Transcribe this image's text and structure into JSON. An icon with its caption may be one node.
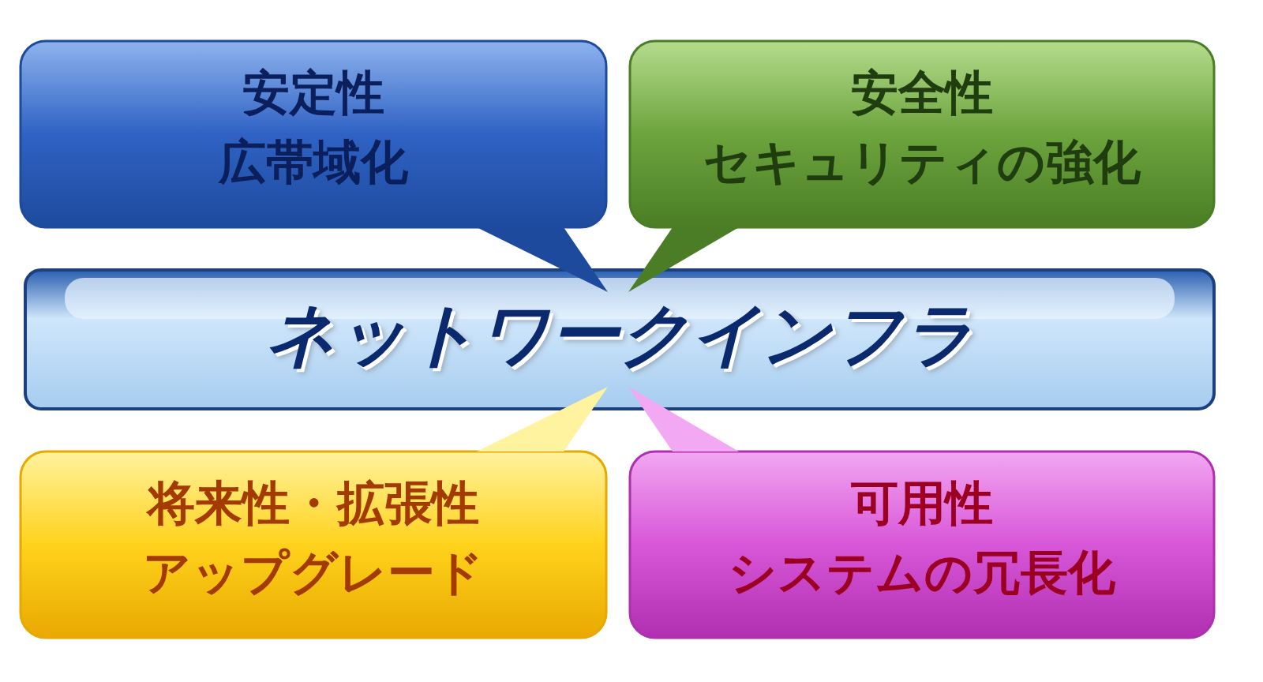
{
  "diagram": {
    "nodes": [
      {
        "text": [
          "安定性",
          "広帯域化"
        ]
      },
      {
        "text": [
          "安全性",
          "セキュリティの強化"
        ]
      },
      {
        "text": [
          "ネットワークインフラ"
        ]
      },
      {
        "text": [
          "将来性・拡張性",
          "アップグレード"
        ]
      },
      {
        "text": [
          "可用性",
          "システムの冗長化"
        ]
      }
    ]
  }
}
